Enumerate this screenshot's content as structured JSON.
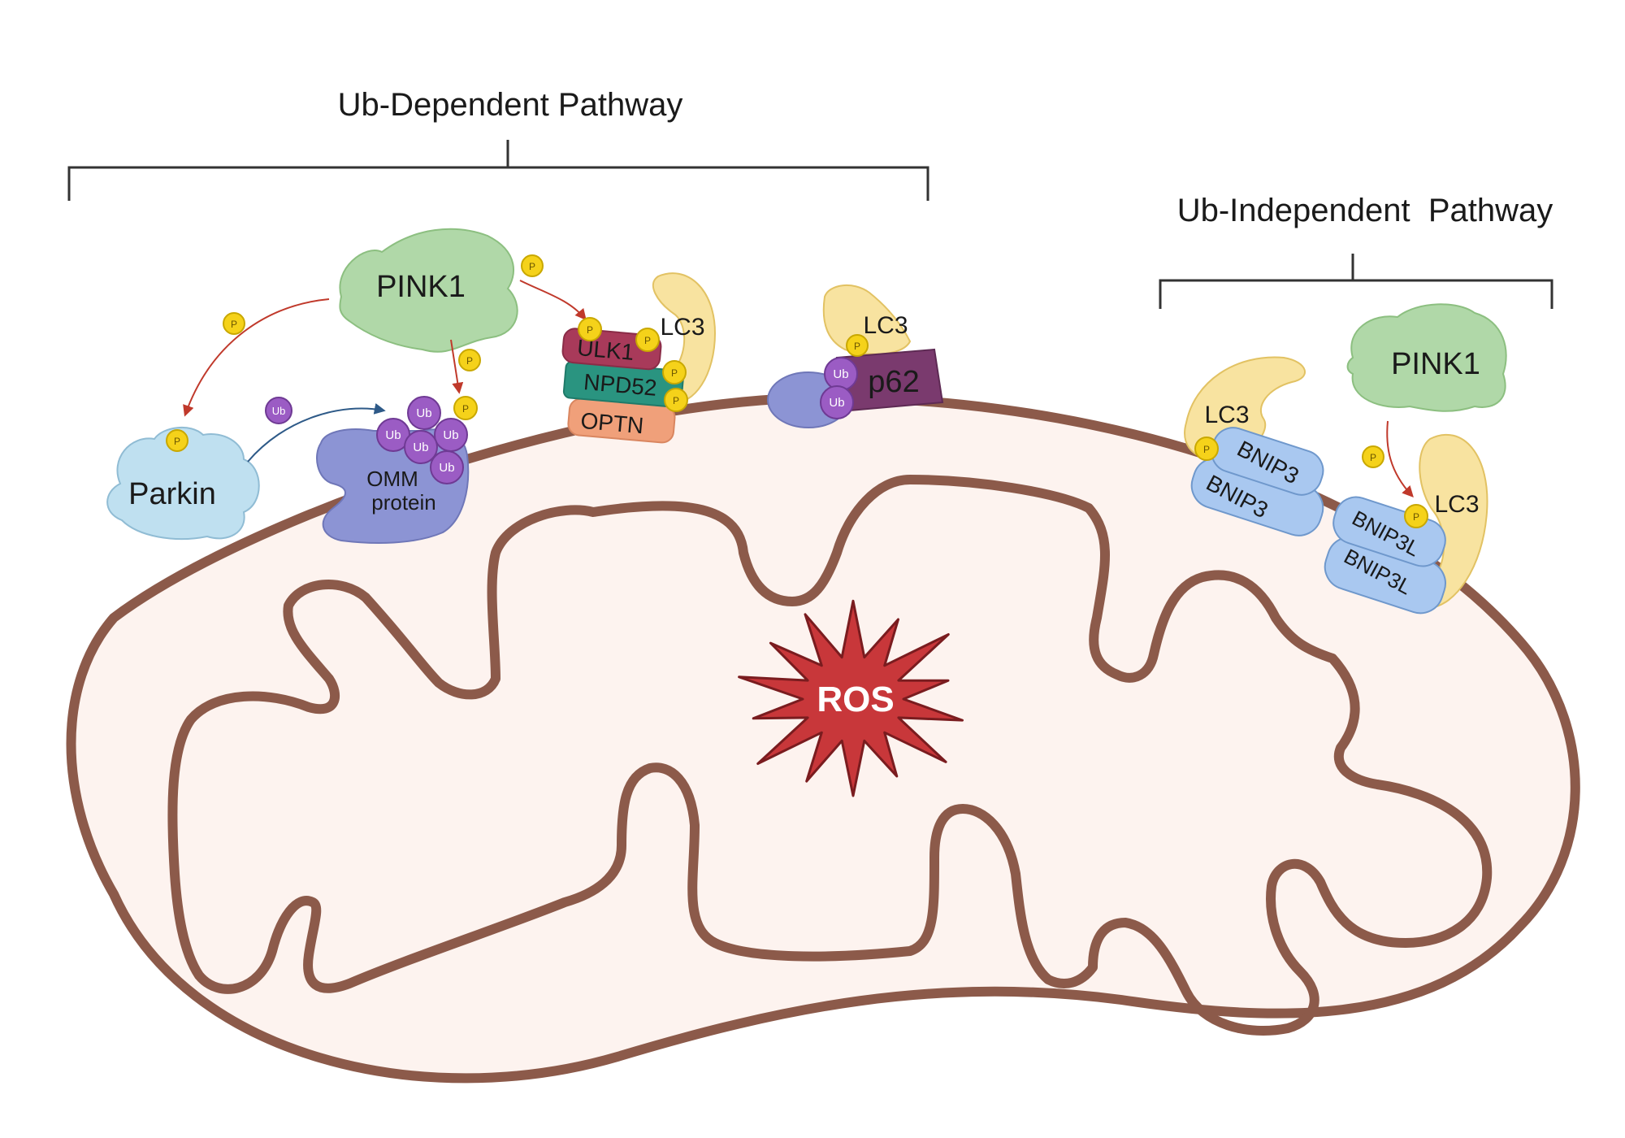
{
  "pathways": {
    "dependent_title": "Ub-Dependent Pathway",
    "independent_title": "Ub-Independent  Pathway"
  },
  "proteins": {
    "pink1_left": "PINK1",
    "pink1_right": "PINK1",
    "parkin": "Parkin",
    "omm_line1": "OMM",
    "omm_line2": "protein",
    "ulk1": "ULK1",
    "npd52": "NPD52",
    "optn": "OPTN",
    "lc3_ulk": "LC3",
    "lc3_p62": "LC3",
    "p62": "p62",
    "lc3_bnip3": "LC3",
    "bnip3_top": "BNIP3",
    "bnip3_bottom": "BNIP3",
    "lc3_bnip3l": "LC3",
    "bnip3l_top": "BNIP3L",
    "bnip3l_bottom": "BNIP3L"
  },
  "markers": {
    "phospho": "P",
    "ubiquitin": "Ub"
  },
  "center": {
    "ros": "ROS"
  },
  "colors": {
    "membrane": "#8c5a4a",
    "matrix_fill": "#fdf3ef",
    "pink1": "#b0d8a8",
    "parkin": "#bfe0f0",
    "omm": "#8c94d4",
    "ubiquitin": "#9b5cc4",
    "phospho": "#f5d21a",
    "lc3": "#f8e3a0",
    "ulk1": "#a83a5a",
    "npd52": "#2a9480",
    "optn": "#f0a07a",
    "p62": "#7a3a6e",
    "bnip": "#a9c8f0",
    "ros": "#c8373a",
    "arrow_red": "#c0392b",
    "arrow_blue": "#2e5a88"
  }
}
